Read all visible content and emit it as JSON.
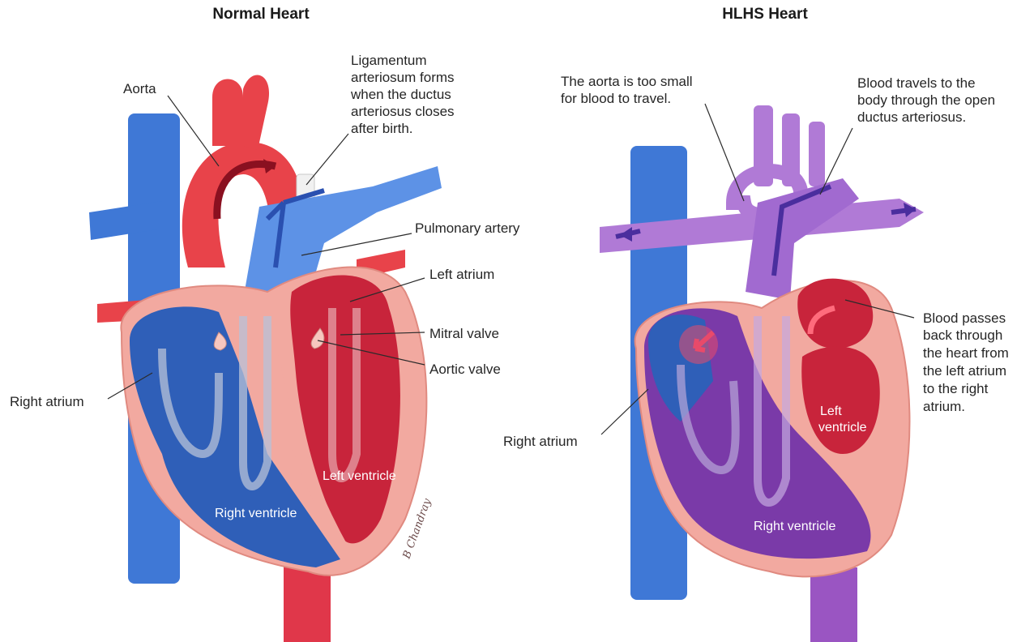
{
  "colors": {
    "oxygenated": "#e8434a",
    "deoxygenated": "#3f78d6",
    "mixed": "#9a55c2",
    "muscle": "#f2a9a0",
    "chamber_red": "#c8243b",
    "chamber_blue": "#2f5fb8",
    "chamber_purple": "#7a3aa8"
  },
  "normal": {
    "title": "Normal Heart",
    "labels": {
      "aorta": "Aorta",
      "ligamentum": [
        "Ligamentum",
        "arteriosum forms",
        "when the ductus",
        "arteriosus closes",
        "after birth."
      ],
      "pulmonary_artery": "Pulmonary artery",
      "left_atrium": "Left atrium",
      "mitral_valve": "Mitral valve",
      "aortic_valve": "Aortic valve",
      "right_atrium": "Right atrium",
      "left_ventricle": "Left ventricle",
      "right_ventricle": "Right ventricle"
    }
  },
  "hlhs": {
    "title": "HLHS Heart",
    "labels": {
      "aorta_small": [
        "The aorta is too small",
        "for blood to travel."
      ],
      "ductus": [
        "Blood travels to the",
        "body through the open",
        "ductus arteriosus."
      ],
      "blood_passes": [
        "Blood passes",
        "back through",
        "the heart from",
        "the left atrium",
        "to the right",
        "atrium."
      ],
      "right_atrium": "Right atrium",
      "left_ventricle": [
        "Left",
        "ventricle"
      ],
      "right_ventricle": "Right ventricle"
    }
  }
}
